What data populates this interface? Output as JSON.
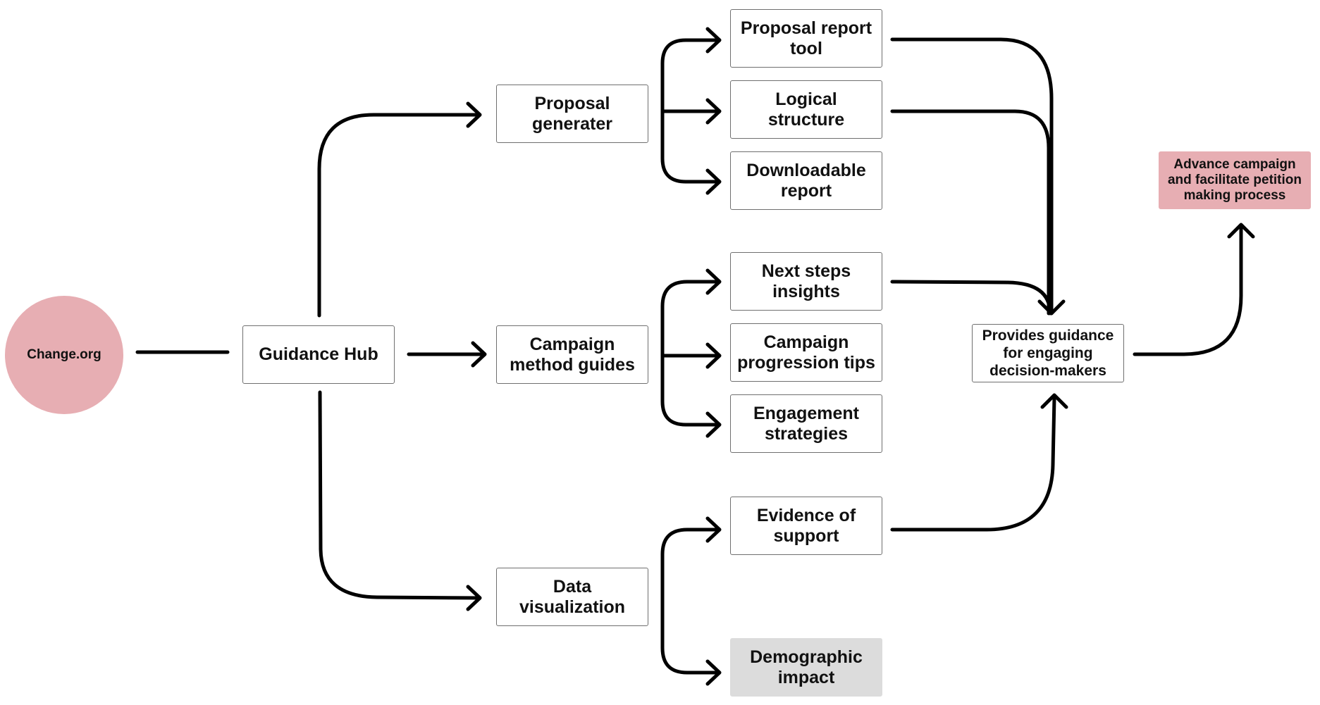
{
  "nodes": {
    "change_org": {
      "label": "Change.org"
    },
    "guidance_hub": {
      "label": "Guidance Hub"
    },
    "proposal_generater": {
      "label": "Proposal generater"
    },
    "campaign_method_guides": {
      "label": "Campaign method guides"
    },
    "data_visualization": {
      "label": "Data visualization"
    },
    "proposal_report_tool": {
      "label": "Proposal report tool"
    },
    "logical_structure": {
      "label": "Logical structure"
    },
    "downloadable_report": {
      "label": "Downloadable report"
    },
    "next_steps_insights": {
      "label": "Next steps insights"
    },
    "campaign_progression_tips": {
      "label": "Campaign progression tips"
    },
    "engagement_strategies": {
      "label": "Engagement strategies"
    },
    "evidence_of_support": {
      "label": "Evidence of support"
    },
    "demographic_impact": {
      "label": "Demographic impact"
    },
    "provides_guidance": {
      "label": "Provides guidance for engaging decision-makers"
    },
    "advance_campaign": {
      "label": "Advance campaign and facilitate petition making process"
    }
  },
  "colors": {
    "pink_fill": "#e7aeb3",
    "grey_fill": "#dcdcdc",
    "line": "#000000"
  }
}
